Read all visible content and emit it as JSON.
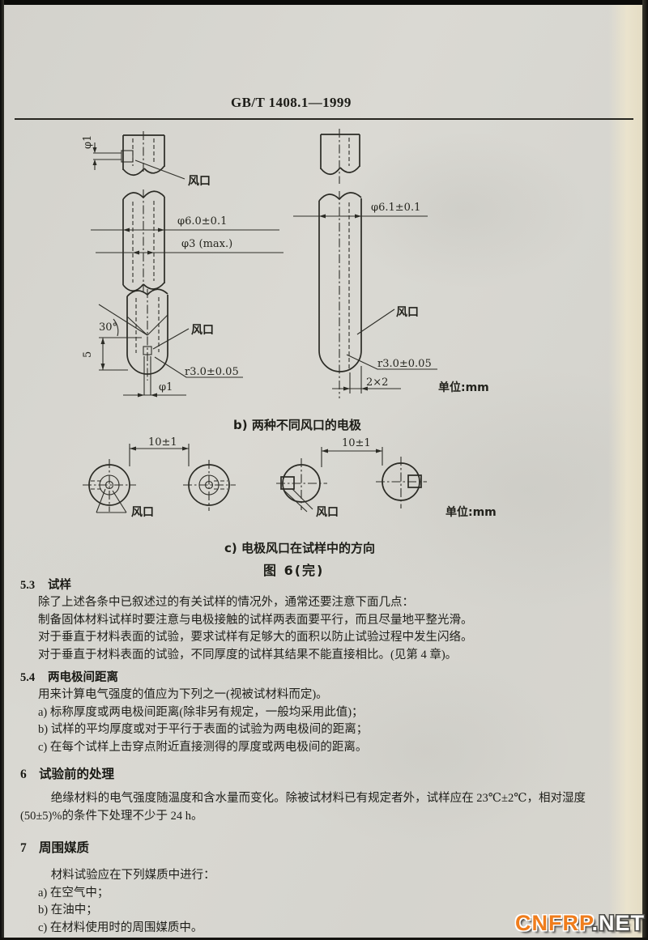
{
  "page": {
    "header": "GB/T 1408.1—1999",
    "watermark_main": "CNFRP",
    "watermark_suffix": ".NET"
  },
  "figure": {
    "caption_b": "b) 两种不同风口的电极",
    "caption_c": "c) 电极风口在试样中的方向",
    "figure_number": "图 6(完)",
    "unit_b": "单位:mm",
    "unit_c": "单位:mm",
    "vent_label": "风口",
    "dims": {
      "d1_top": "φ1",
      "d6_0": "φ6.0±0.1",
      "d3max": "φ3 (max.)",
      "angle30": "30°",
      "depth5": "5",
      "r3_left": "r3.0±0.05",
      "d1_bottom": "φ1",
      "d6_1": "φ6.1±0.1",
      "r3_right": "r3.0±0.05",
      "slot2x2": "2×2",
      "gap_left": "10±1",
      "gap_right": "10±1"
    }
  },
  "sections": [
    {
      "number": "5.3",
      "title": "试样",
      "paragraphs": [
        "除了上述各条中已叙述过的有关试样的情况外，通常还要注意下面几点：",
        "制备固体材料试样时要注意与电极接触的试样两表面要平行，而且尽量地平整光滑。",
        "对于垂直于材料表面的试验，要求试样有足够大的面积以防止试验过程中发生闪络。",
        "对于垂直于材料表面的试验，不同厚度的试样其结果不能直接相比。(见第 4 章)。"
      ]
    },
    {
      "number": "5.4",
      "title": "两电极间距离",
      "paragraphs": [
        "用来计算电气强度的值应为下列之一(视被试材料而定)。",
        "a) 标称厚度或两电极间距离(除非另有规定，一般均采用此值)；",
        "b) 试样的平均厚度或对于平行于表面的试验为两电极间的距离；",
        "c) 在每个试样上击穿点附近直接测得的厚度或两电极间的距离。"
      ]
    },
    {
      "number": "6",
      "title": "试验前的处理",
      "paragraphs": [
        "绝缘材料的电气强度随温度和含水量而变化。除被试材料已有规定者外，试样应在 23℃±2℃，相对湿度(50±5)%的条件下处理不少于 24 h。"
      ]
    },
    {
      "number": "7",
      "title": "周围媒质",
      "paragraphs": [
        "材料试验应在下列媒质中进行：",
        "a) 在空气中；",
        "b) 在油中；",
        "c) 在材料使用时的周围媒质中。"
      ]
    }
  ]
}
